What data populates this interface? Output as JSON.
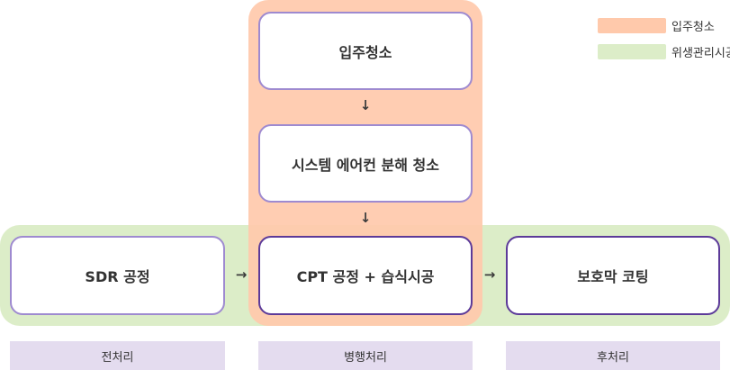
{
  "legend": [
    {
      "label": "입주청소",
      "color": "#ffc9ab"
    },
    {
      "label": "위생관리시공",
      "color": "#dcedc8"
    }
  ],
  "steps": {
    "move_in_cleaning": "입주청소",
    "aircon_cleaning": "시스템 에어컨 분해 청소",
    "sdr": "SDR 공정",
    "cpt": "CPT 공정 + 습식시공",
    "coating": "보호막 코팅"
  },
  "phases": {
    "pre": "전처리",
    "parallel": "병행처리",
    "post": "후처리"
  },
  "colors": {
    "move_in_band": "#ffc9ab",
    "hygiene_band": "#dcedc8",
    "box_border": "#9e8ad0",
    "box_border_dark": "#5c3a99",
    "phase_bg": "#e4dcef"
  }
}
